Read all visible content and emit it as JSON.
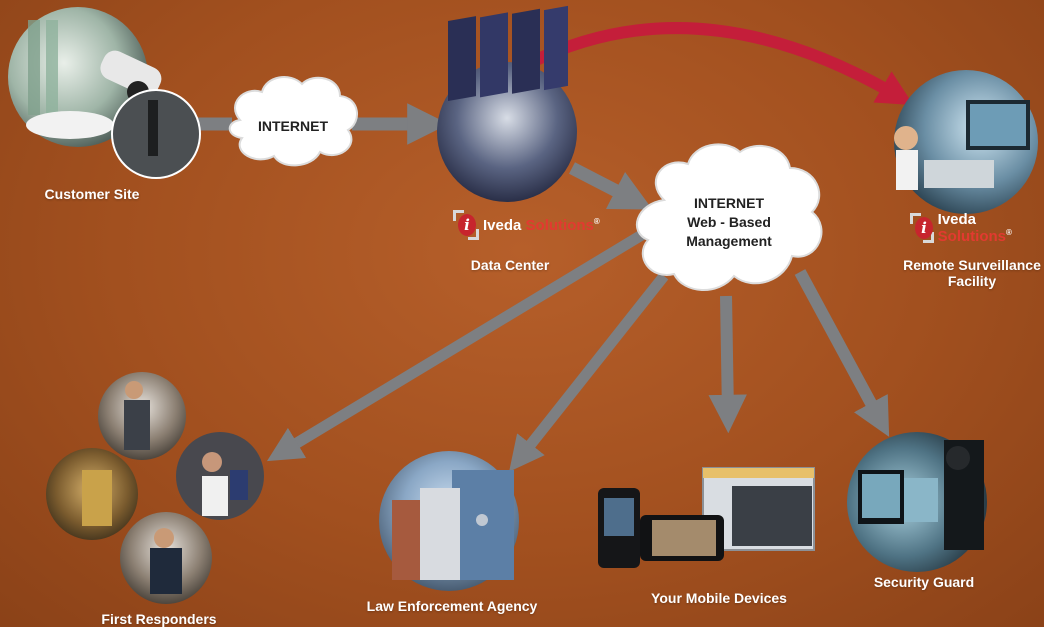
{
  "nodes": {
    "customer_site": "Customer Site",
    "data_center": "Data Center",
    "remote_surveillance": "Remote Surveillance Facility",
    "first_responders": "First Responders",
    "law_enforcement": "Law Enforcement Agency",
    "mobile_devices": "Your Mobile Devices",
    "security_guard": "Security Guard"
  },
  "clouds": {
    "internet_small": "INTERNET",
    "internet_main_line1": "INTERNET",
    "internet_main_line2": "Web - Based",
    "internet_main_line3": "Management"
  },
  "logo": {
    "word1": "Iveda",
    "word2": "Solutions",
    "mark": "i",
    "registered": "®"
  },
  "colors": {
    "background": "#a2501f",
    "arrow_gray": "#7d7f82",
    "arrow_red": "#c41e3a"
  }
}
